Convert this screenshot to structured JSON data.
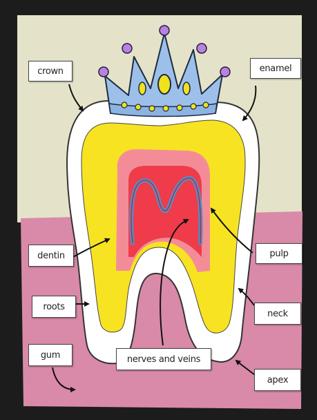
{
  "labels": {
    "crown": "crown",
    "enamel": "enamel",
    "dentin": "dentin",
    "pulp": "pulp",
    "roots": "roots",
    "neck": "neck",
    "gum": "gum",
    "nerves_and_veins": "nerves and veins",
    "apex": "apex"
  },
  "colors": {
    "frame": "#1c1c1c",
    "upper_paper": "#e4e3c9",
    "gum_paper": "#d98aa8",
    "enamel": "#ffffff",
    "dentin": "#f7e321",
    "pulp": "#ef3b4a",
    "pulp_glow": "#f48c98",
    "nerve": "#4d92c9",
    "crown": "#9cc0ea",
    "crown_gem": "#f1e21e",
    "crown_ball": "#b783e0"
  },
  "icons": [
    "crown-icon",
    "arrow-icon"
  ]
}
